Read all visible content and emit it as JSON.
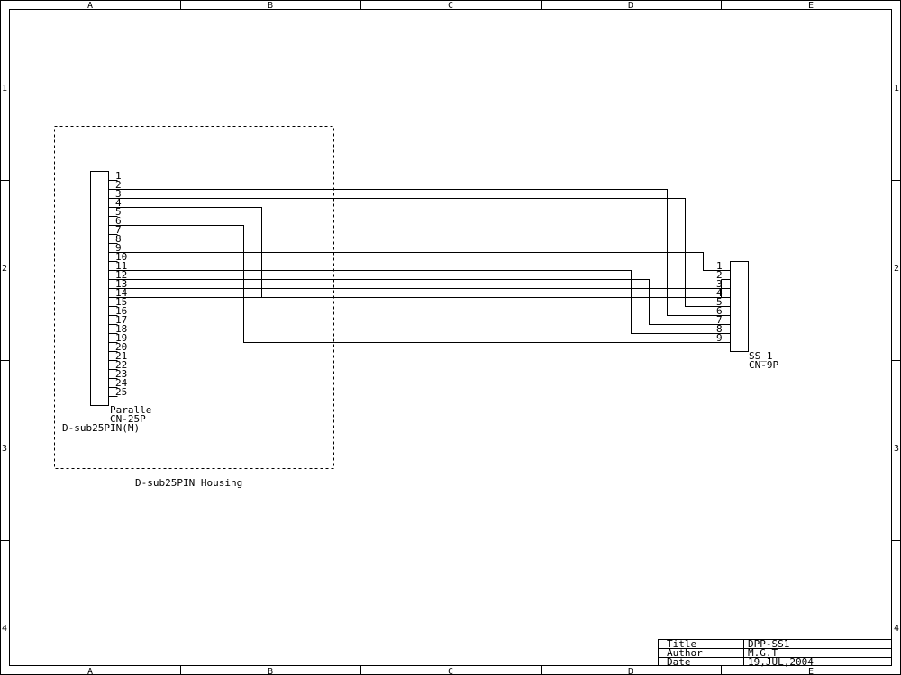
{
  "border": {
    "columns": [
      "A",
      "B",
      "C",
      "D",
      "E"
    ],
    "rows": [
      "1",
      "2",
      "3",
      "4"
    ]
  },
  "housing": {
    "label": "D-sub25PIN Housing"
  },
  "connector_left": {
    "name": "Paralle",
    "type": "CN-25P",
    "part": "D-sub25PIN(M)",
    "pins": [
      "1",
      "2",
      "3",
      "4",
      "5",
      "6",
      "7",
      "8",
      "9",
      "10",
      "11",
      "12",
      "13",
      "14",
      "15",
      "16",
      "17",
      "18",
      "19",
      "20",
      "21",
      "22",
      "23",
      "24",
      "25"
    ]
  },
  "connector_right": {
    "name": "SS_1",
    "type": "CN-9P",
    "pins": [
      "1",
      "2",
      "3",
      "4",
      "5",
      "6",
      "7",
      "8",
      "9"
    ]
  },
  "wiring": [
    {
      "from": 2,
      "to": 6
    },
    {
      "from": 3,
      "to": 5
    },
    {
      "from": 4,
      "to": 4
    },
    {
      "from": 6,
      "to": 9
    },
    {
      "from": 9,
      "to": 1
    },
    {
      "from": 11,
      "to": 8
    },
    {
      "from": 12,
      "to": 7
    },
    {
      "from": 13,
      "to": 3
    },
    {
      "from": 14,
      "to": 2
    }
  ],
  "title_block": {
    "title_label": "Title",
    "title_value": "DPP-SS1",
    "author_label": "Author",
    "author_value": "M.G.T",
    "date_label": "Date",
    "date_value": "19,JUL,2004"
  }
}
